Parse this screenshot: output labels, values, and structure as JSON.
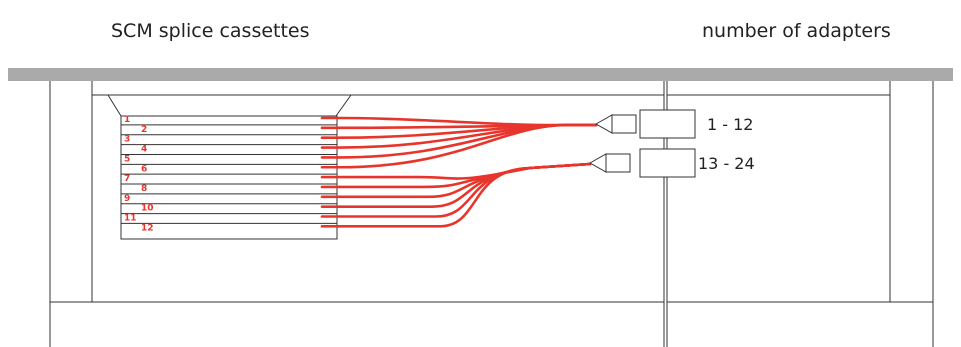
{
  "headings": {
    "left": "SCM splice cassettes",
    "right": "number of adapters"
  },
  "adapter_groups": [
    {
      "label": "1 - 12",
      "fibers": [
        1,
        2,
        3,
        4,
        5,
        6
      ]
    },
    {
      "label": "13 - 24",
      "fibers": [
        7,
        8,
        9,
        10,
        11,
        12
      ]
    }
  ],
  "fiber_numbers": [
    "1",
    "2",
    "3",
    "4",
    "5",
    "6",
    "7",
    "8",
    "9",
    "10",
    "11",
    "12"
  ],
  "colors": {
    "fiber": "#e8352c",
    "frame": "#333333",
    "bar": "#aaaaaa"
  }
}
